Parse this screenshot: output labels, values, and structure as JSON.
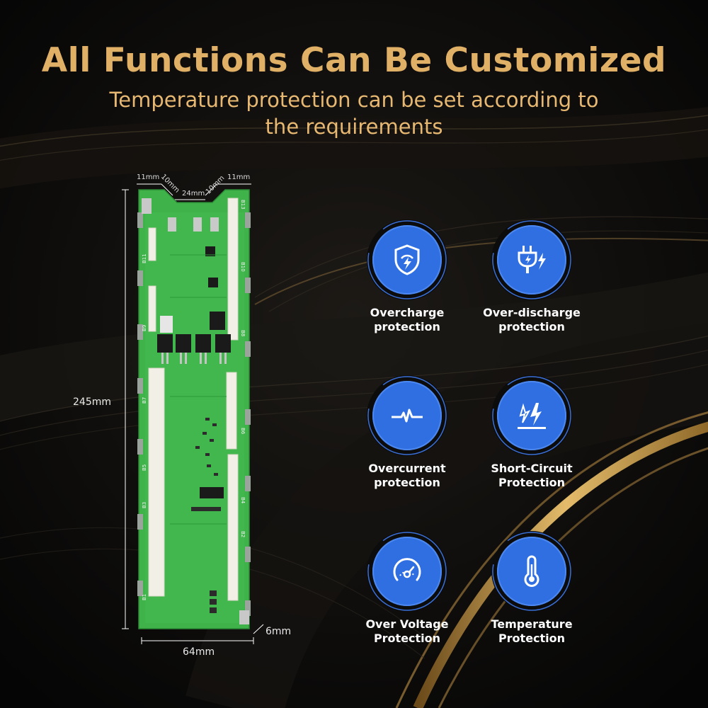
{
  "header": {
    "title": "All Functions Can Be Customized",
    "subtitle": "Temperature protection can be set according to the requirements"
  },
  "dimensions": {
    "top_left": "11mm",
    "top_left_bevel": "10mm",
    "top_center": "24mm",
    "top_right_bevel": "10mm",
    "top_right": "11mm",
    "height": "245mm",
    "width": "64mm",
    "thickness": "6mm"
  },
  "features": [
    {
      "label": "Overcharge protection",
      "icon": "shield-bolt-icon"
    },
    {
      "label": "Over-discharge protection",
      "icon": "plug-bolt-icon"
    },
    {
      "label": "Overcurrent protection",
      "icon": "pulse-icon"
    },
    {
      "label": "Short-Circuit Protection",
      "icon": "lightning-icon"
    },
    {
      "label": "Over Voltage Protection",
      "icon": "gauge-icon"
    },
    {
      "label": "Temperature Protection",
      "icon": "thermometer-icon"
    }
  ],
  "colors": {
    "accent_gold": "#e0b066",
    "icon_blue": "#2f6fe2",
    "board_green": "#3fb24a"
  }
}
